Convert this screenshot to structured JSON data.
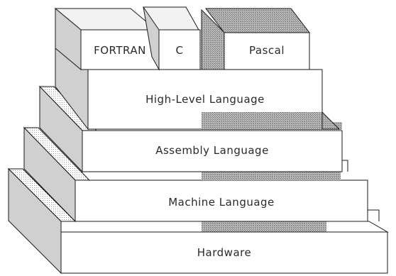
{
  "diagram": {
    "layers": [
      {
        "label": "Hardware"
      },
      {
        "label": "Machine Language"
      },
      {
        "label": "Assembly Language"
      },
      {
        "label": "High-Level Language"
      }
    ],
    "top_blocks": [
      {
        "label": "FORTRAN"
      },
      {
        "label": "C"
      },
      {
        "label": "Pascal"
      }
    ],
    "colors": {
      "face": "#ffffff",
      "side": "#d4d4d4",
      "top": "#eeeeee",
      "hatch": "#9a9a9a",
      "outline": "#1a1a1a"
    }
  }
}
